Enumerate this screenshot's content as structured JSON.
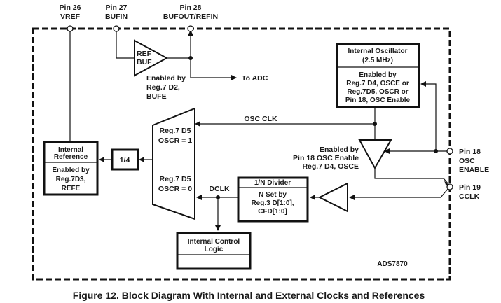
{
  "pins": {
    "pin26": {
      "name": "Pin 26",
      "signal": "VREF"
    },
    "pin27": {
      "name": "Pin 27",
      "signal": "BUFIN"
    },
    "pin28": {
      "name": "Pin 28",
      "signal": "BUFOUT/REFIN"
    },
    "pin18": {
      "name": "Pin 18",
      "signal_line1": "OSC",
      "signal_line2": "ENABLE"
    },
    "pin19": {
      "name": "Pin 19",
      "signal": "CCLK"
    }
  },
  "ref_buf": {
    "line1": "REF",
    "line2": "BUF",
    "enable_lines": [
      "Enabled by",
      "Reg.7 D2,",
      "BUFE"
    ]
  },
  "to_adc": "To ADC",
  "oscillator": {
    "title_line1": "Internal Oscillator",
    "title_line2": "(2.5 MHz)",
    "enable_lines": [
      "Enabled by",
      "Reg.7 D4, OSCE or",
      "Reg.7D5, OSCR or",
      "Pin 18, OSC Enable"
    ]
  },
  "osc_clk": "OSC CLK",
  "osc_buffer_enable": [
    "Enabled by",
    "Pin 18 OSC Enable",
    "Reg.7 D4, OSCE"
  ],
  "mux": {
    "top_lines": [
      "Reg.7 D5",
      "OSCR = 1"
    ],
    "bottom_lines": [
      "Reg.7 D5",
      "OSCR = 0"
    ]
  },
  "divider_quarter": "1/4",
  "internal_reference": {
    "title_lines": [
      "Internal",
      "Reference"
    ],
    "enable_lines": [
      "Enabled by",
      "Reg.7D3,",
      "REFE"
    ]
  },
  "dclk": "DCLK",
  "n_divider": {
    "title": "1/N Divider",
    "lines": [
      "N Set by",
      "Reg.3 D[1:0],",
      "CFD[1:0]"
    ]
  },
  "control_logic": {
    "lines": [
      "Internal Control",
      "Logic"
    ]
  },
  "chip_name": "ADS7870",
  "caption": "Figure 12. Block Diagram With Internal and External Clocks and References"
}
